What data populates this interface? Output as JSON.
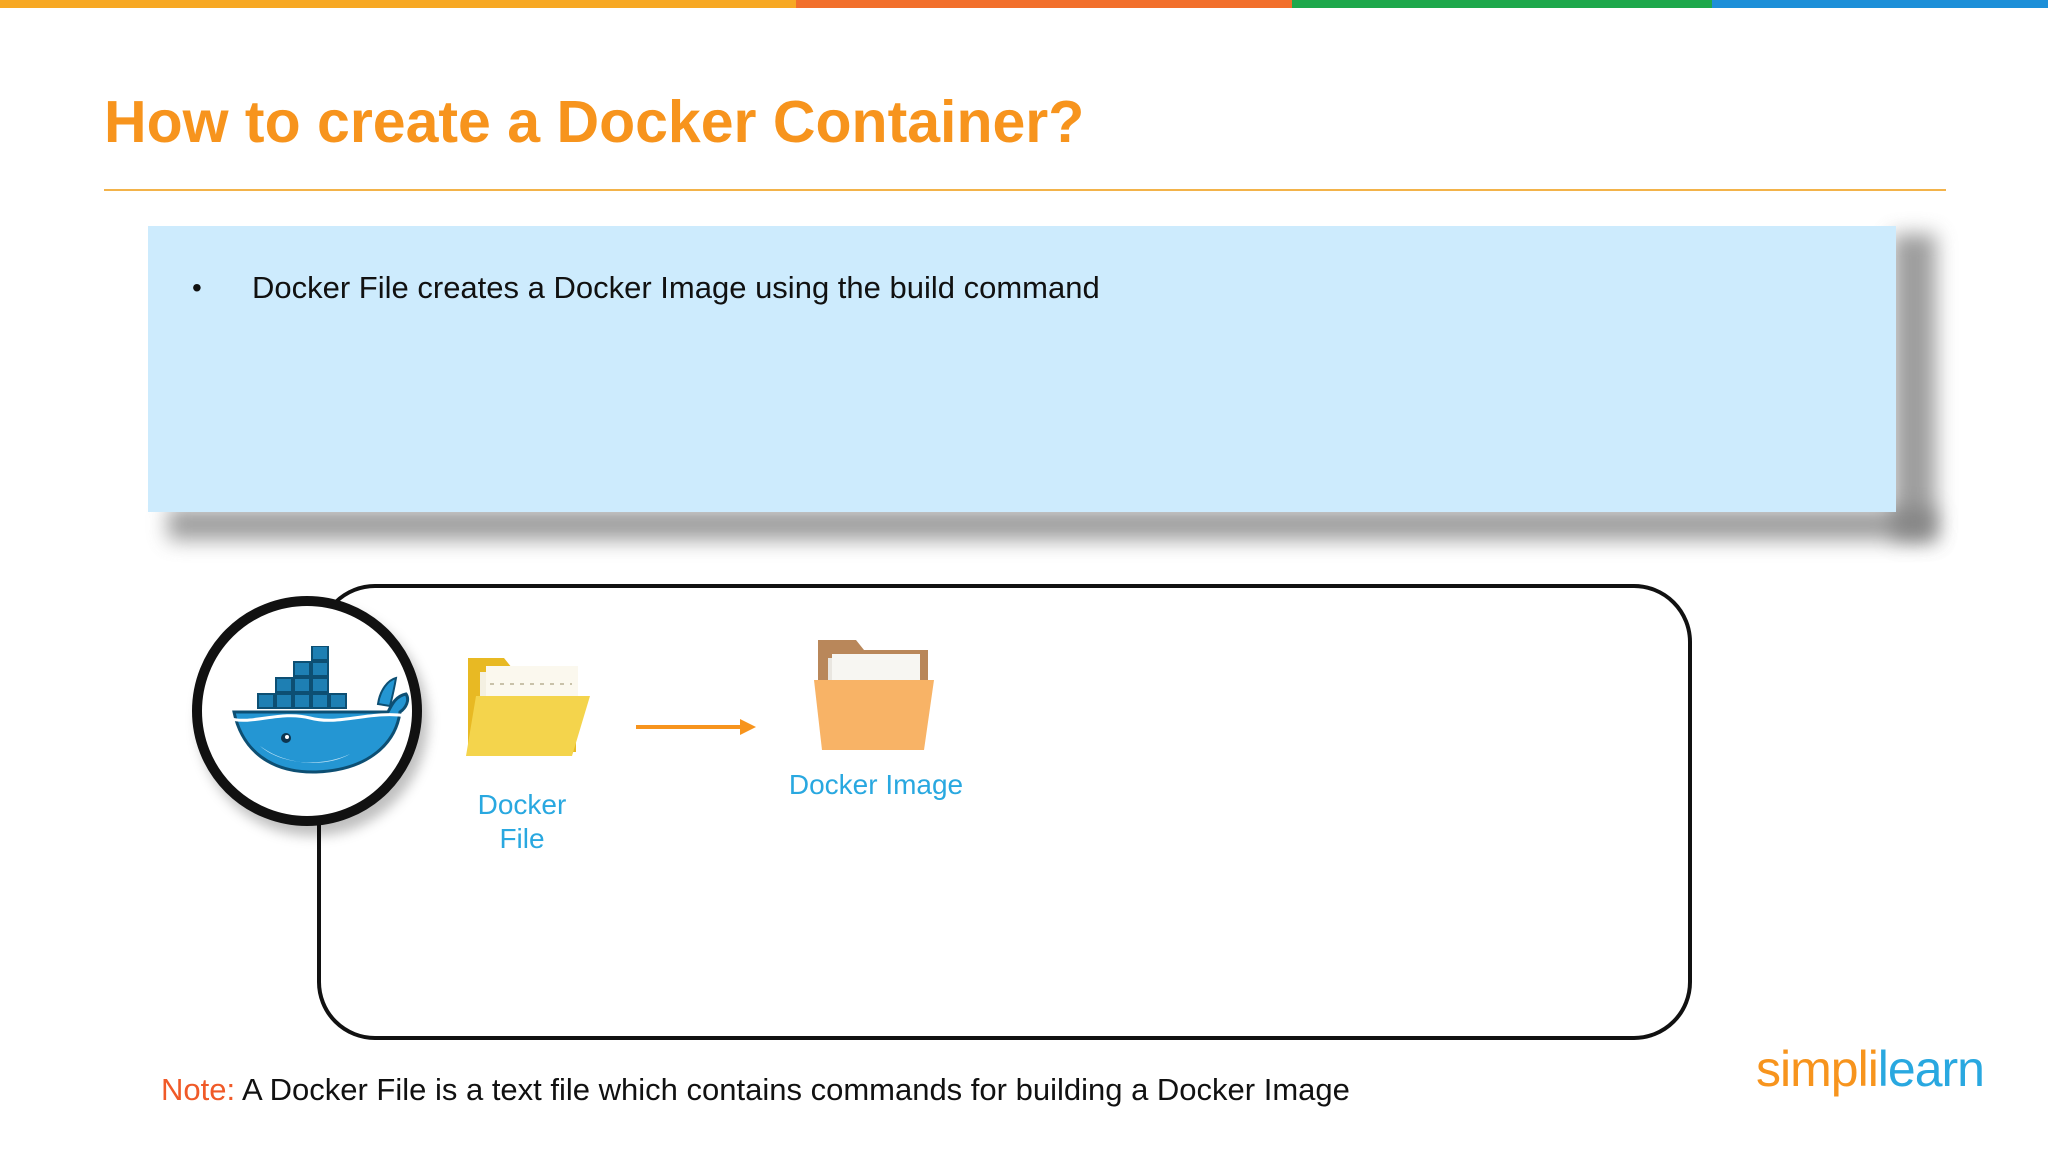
{
  "top_bar_colors": [
    "#f7a823",
    "#f26f2b",
    "#1ea84b",
    "#1d8fd8"
  ],
  "slide": {
    "title": "How to create a Docker Container?"
  },
  "bullets": [
    {
      "marker": "•",
      "text": "Docker File creates a Docker Image using the build command"
    }
  ],
  "diagram": {
    "docker_logo": "docker-whale-icon",
    "source_icon": "yellow-folder-icon",
    "source_label_line1": "Docker",
    "source_label_line2": "File",
    "arrow_icon": "orange-arrow-icon",
    "target_icon": "orange-folder-icon",
    "target_label": "Docker Image"
  },
  "note": {
    "key": "Note:",
    "text": " A Docker File is a text file which contains commands for building a Docker Image"
  },
  "brand": {
    "part1": "simpl",
    "separator": "i",
    "part2": "learn"
  },
  "colors": {
    "title": "#f7941d",
    "accent_blue": "#29a8e0",
    "note_key": "#f05a28",
    "bullet_box_bg": "#cdebfd"
  }
}
